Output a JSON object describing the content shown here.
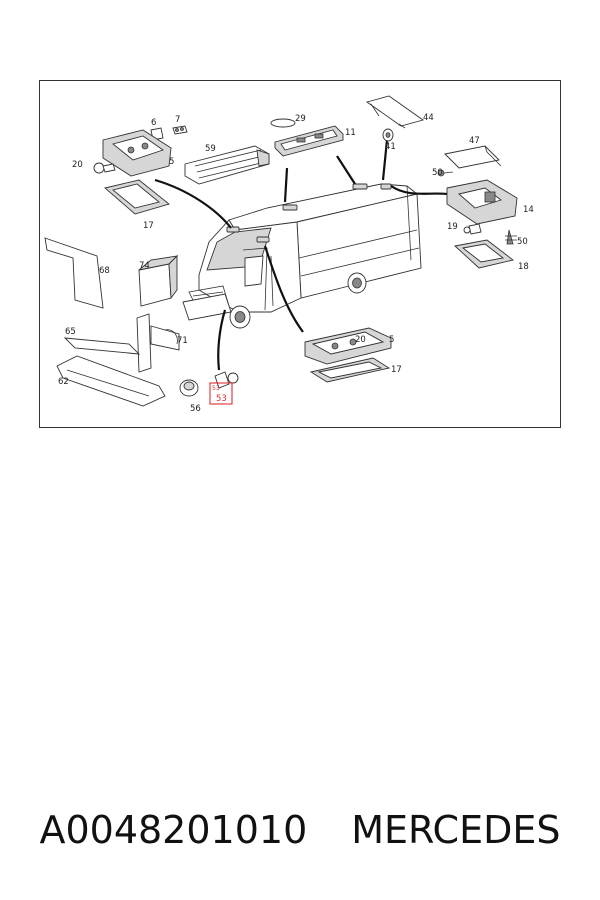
{
  "diagram": {
    "labels": {
      "p6": "6",
      "p7": "7",
      "p29": "29",
      "p44": "44",
      "p11": "11",
      "p59": "59",
      "p41": "41",
      "p47": "47",
      "p20a": "20",
      "p5a": "5",
      "p17a": "17",
      "p50a": "50",
      "p14": "14",
      "p19": "19",
      "p50b": "50",
      "p18": "18",
      "p74": "74",
      "p68": "68",
      "p71": "71",
      "p65": "65",
      "p62": "62",
      "p56": "56",
      "p53a": "53",
      "p53b": "53",
      "p20b": "20",
      "p5b": "5",
      "p17b": "17"
    },
    "highlight_color": "#e03030"
  },
  "caption": {
    "part_number": "A0048201010",
    "brand": "MERCEDES"
  }
}
